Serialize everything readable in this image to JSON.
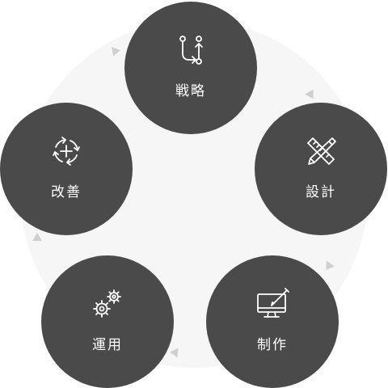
{
  "cycle": {
    "steps": [
      {
        "label": "戦略",
        "icon": "strategy-flow-icon"
      },
      {
        "label": "設計",
        "icon": "pencil-ruler-icon"
      },
      {
        "label": "制作",
        "icon": "monitor-pen-icon"
      },
      {
        "label": "運用",
        "icon": "gears-icon"
      },
      {
        "label": "改善",
        "icon": "refresh-plus-icon"
      }
    ]
  },
  "colors": {
    "node": "#4a4a4a",
    "ring": "#f6f6f6",
    "arrow": "#cfcfcf",
    "text": "#ffffff"
  }
}
